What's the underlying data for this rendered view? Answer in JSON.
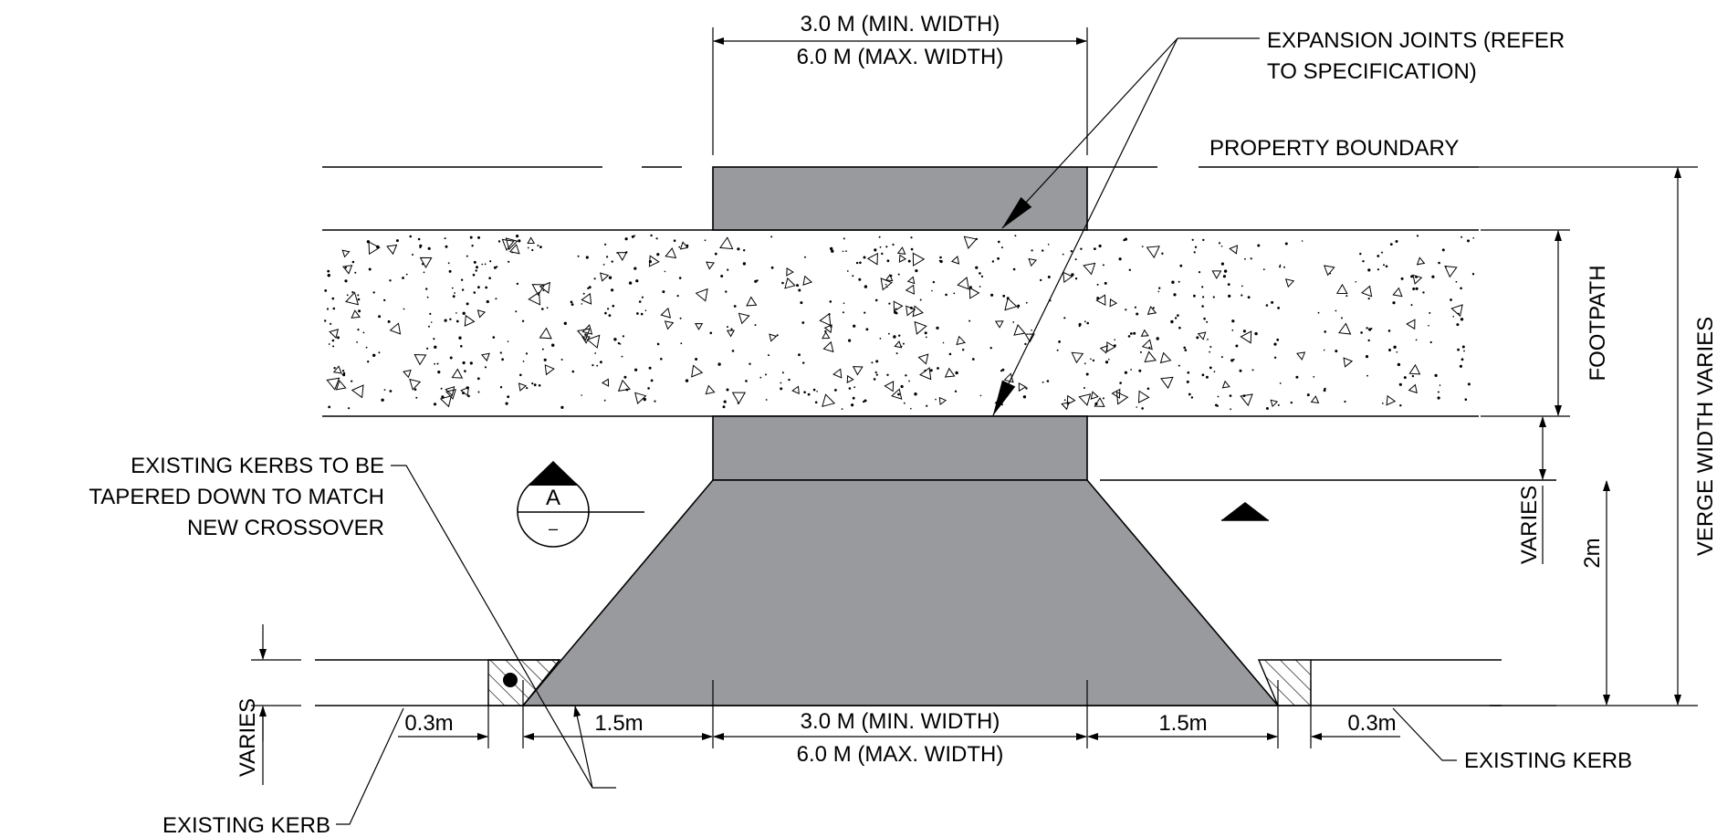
{
  "colors": {
    "concrete": "#999a9e",
    "line": "#000000",
    "background": "#ffffff"
  },
  "labels": {
    "top_width_min": "3.0 M (MIN. WIDTH)",
    "top_width_max": "6.0 M (MAX. WIDTH)",
    "expansion_joints_1": "EXPANSION JOINTS (REFER",
    "expansion_joints_2": "TO SPECIFICATION)",
    "property_boundary": "PROPERTY BOUNDARY",
    "footpath": "FOOTPATH",
    "verge_width_varies": "VERGE WIDTH VARIES",
    "varies_right": "VARIES",
    "two_m": "2m",
    "kerbs_note_1": "EXISTING KERBS TO BE",
    "kerbs_note_2": "TAPERED DOWN TO MATCH",
    "kerbs_note_3": "NEW CROSSOVER",
    "section_letter": "A",
    "section_sheet": "–",
    "varies_left": "VARIES",
    "dim_03_left": "0.3m",
    "dim_15_left": "1.5m",
    "bottom_width_min": "3.0 M (MIN. WIDTH)",
    "bottom_width_max": "6.0 M (MAX. WIDTH)",
    "dim_15_right": "1.5m",
    "dim_03_right": "0.3m",
    "existing_kerb_right": "EXISTING KERB",
    "existing_kerb_left": "EXISTING KERB"
  }
}
